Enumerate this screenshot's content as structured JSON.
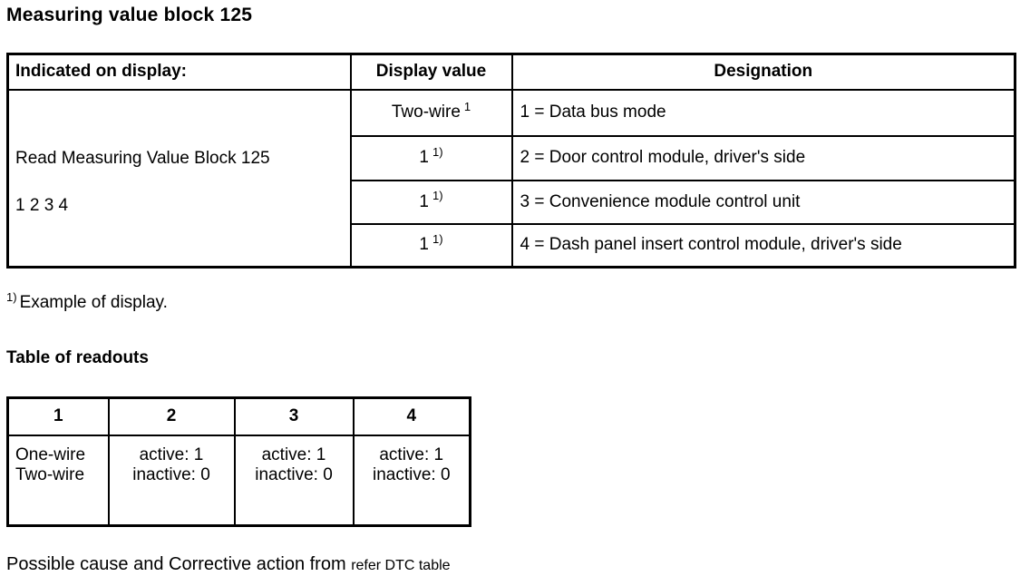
{
  "page": {
    "title": "Measuring value block 125",
    "footnote_marker": "1)",
    "footnote_text": "Example of display.",
    "readouts_heading": "Table of readouts",
    "bottom_text_main": "Possible cause and Corrective action from ",
    "bottom_text_small": "refer DTC table"
  },
  "display_table": {
    "headers": {
      "indicated": "Indicated on display:",
      "value": "Display value",
      "designation": "Designation"
    },
    "indicated_line1": "Read Measuring Value Block 125",
    "indicated_line2": "1 2 3 4",
    "rows": [
      {
        "value": "Two-wire",
        "value_sup": "1",
        "designation": "1 = Data bus mode"
      },
      {
        "value": "1",
        "value_sup": "1)",
        "designation": "2 = Door control module, driver's side"
      },
      {
        "value": "1",
        "value_sup": "1)",
        "designation": "3 = Convenience module control unit"
      },
      {
        "value": "1",
        "value_sup": "1)",
        "designation": "4 = Dash panel insert control module, driver's side"
      }
    ]
  },
  "readouts_table": {
    "headers": [
      "1",
      "2",
      "3",
      "4"
    ],
    "body": [
      [
        "One-wire",
        "active: 1",
        "active: 1",
        "active: 1"
      ],
      [
        "Two-wire",
        "inactive: 0",
        "inactive: 0",
        "inactive: 0"
      ]
    ]
  },
  "colors": {
    "text": "#000000",
    "border": "#000000",
    "background": "#ffffff"
  }
}
